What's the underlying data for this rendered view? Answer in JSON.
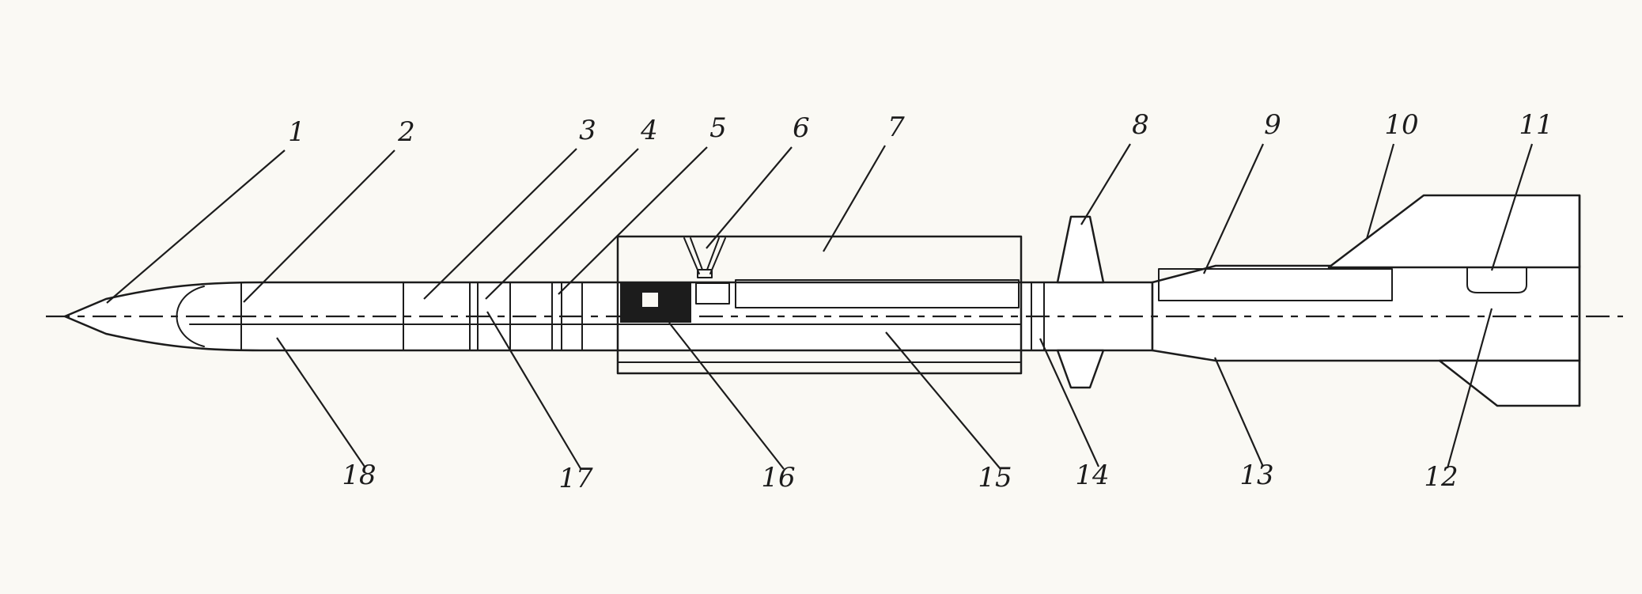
{
  "figure": {
    "title": "Missile cutaway technical diagram",
    "ink_color": "#1c1c1c",
    "paper_color": "#faf9f4",
    "body_fill": "#ffffff",
    "callouts": [
      {
        "id": "callout-1",
        "text": "1"
      },
      {
        "id": "callout-2",
        "text": "2"
      },
      {
        "id": "callout-3",
        "text": "3"
      },
      {
        "id": "callout-4",
        "text": "4"
      },
      {
        "id": "callout-5",
        "text": "5"
      },
      {
        "id": "callout-6",
        "text": "6"
      },
      {
        "id": "callout-7",
        "text": "7"
      },
      {
        "id": "callout-8",
        "text": "8"
      },
      {
        "id": "callout-9",
        "text": "9"
      },
      {
        "id": "callout-10",
        "text": "10"
      },
      {
        "id": "callout-11",
        "text": "11"
      },
      {
        "id": "callout-12",
        "text": "12"
      },
      {
        "id": "callout-13",
        "text": "13"
      },
      {
        "id": "callout-14",
        "text": "14"
      },
      {
        "id": "callout-15",
        "text": "15"
      },
      {
        "id": "callout-16",
        "text": "16"
      },
      {
        "id": "callout-17",
        "text": "17"
      },
      {
        "id": "callout-18",
        "text": "18"
      }
    ]
  }
}
